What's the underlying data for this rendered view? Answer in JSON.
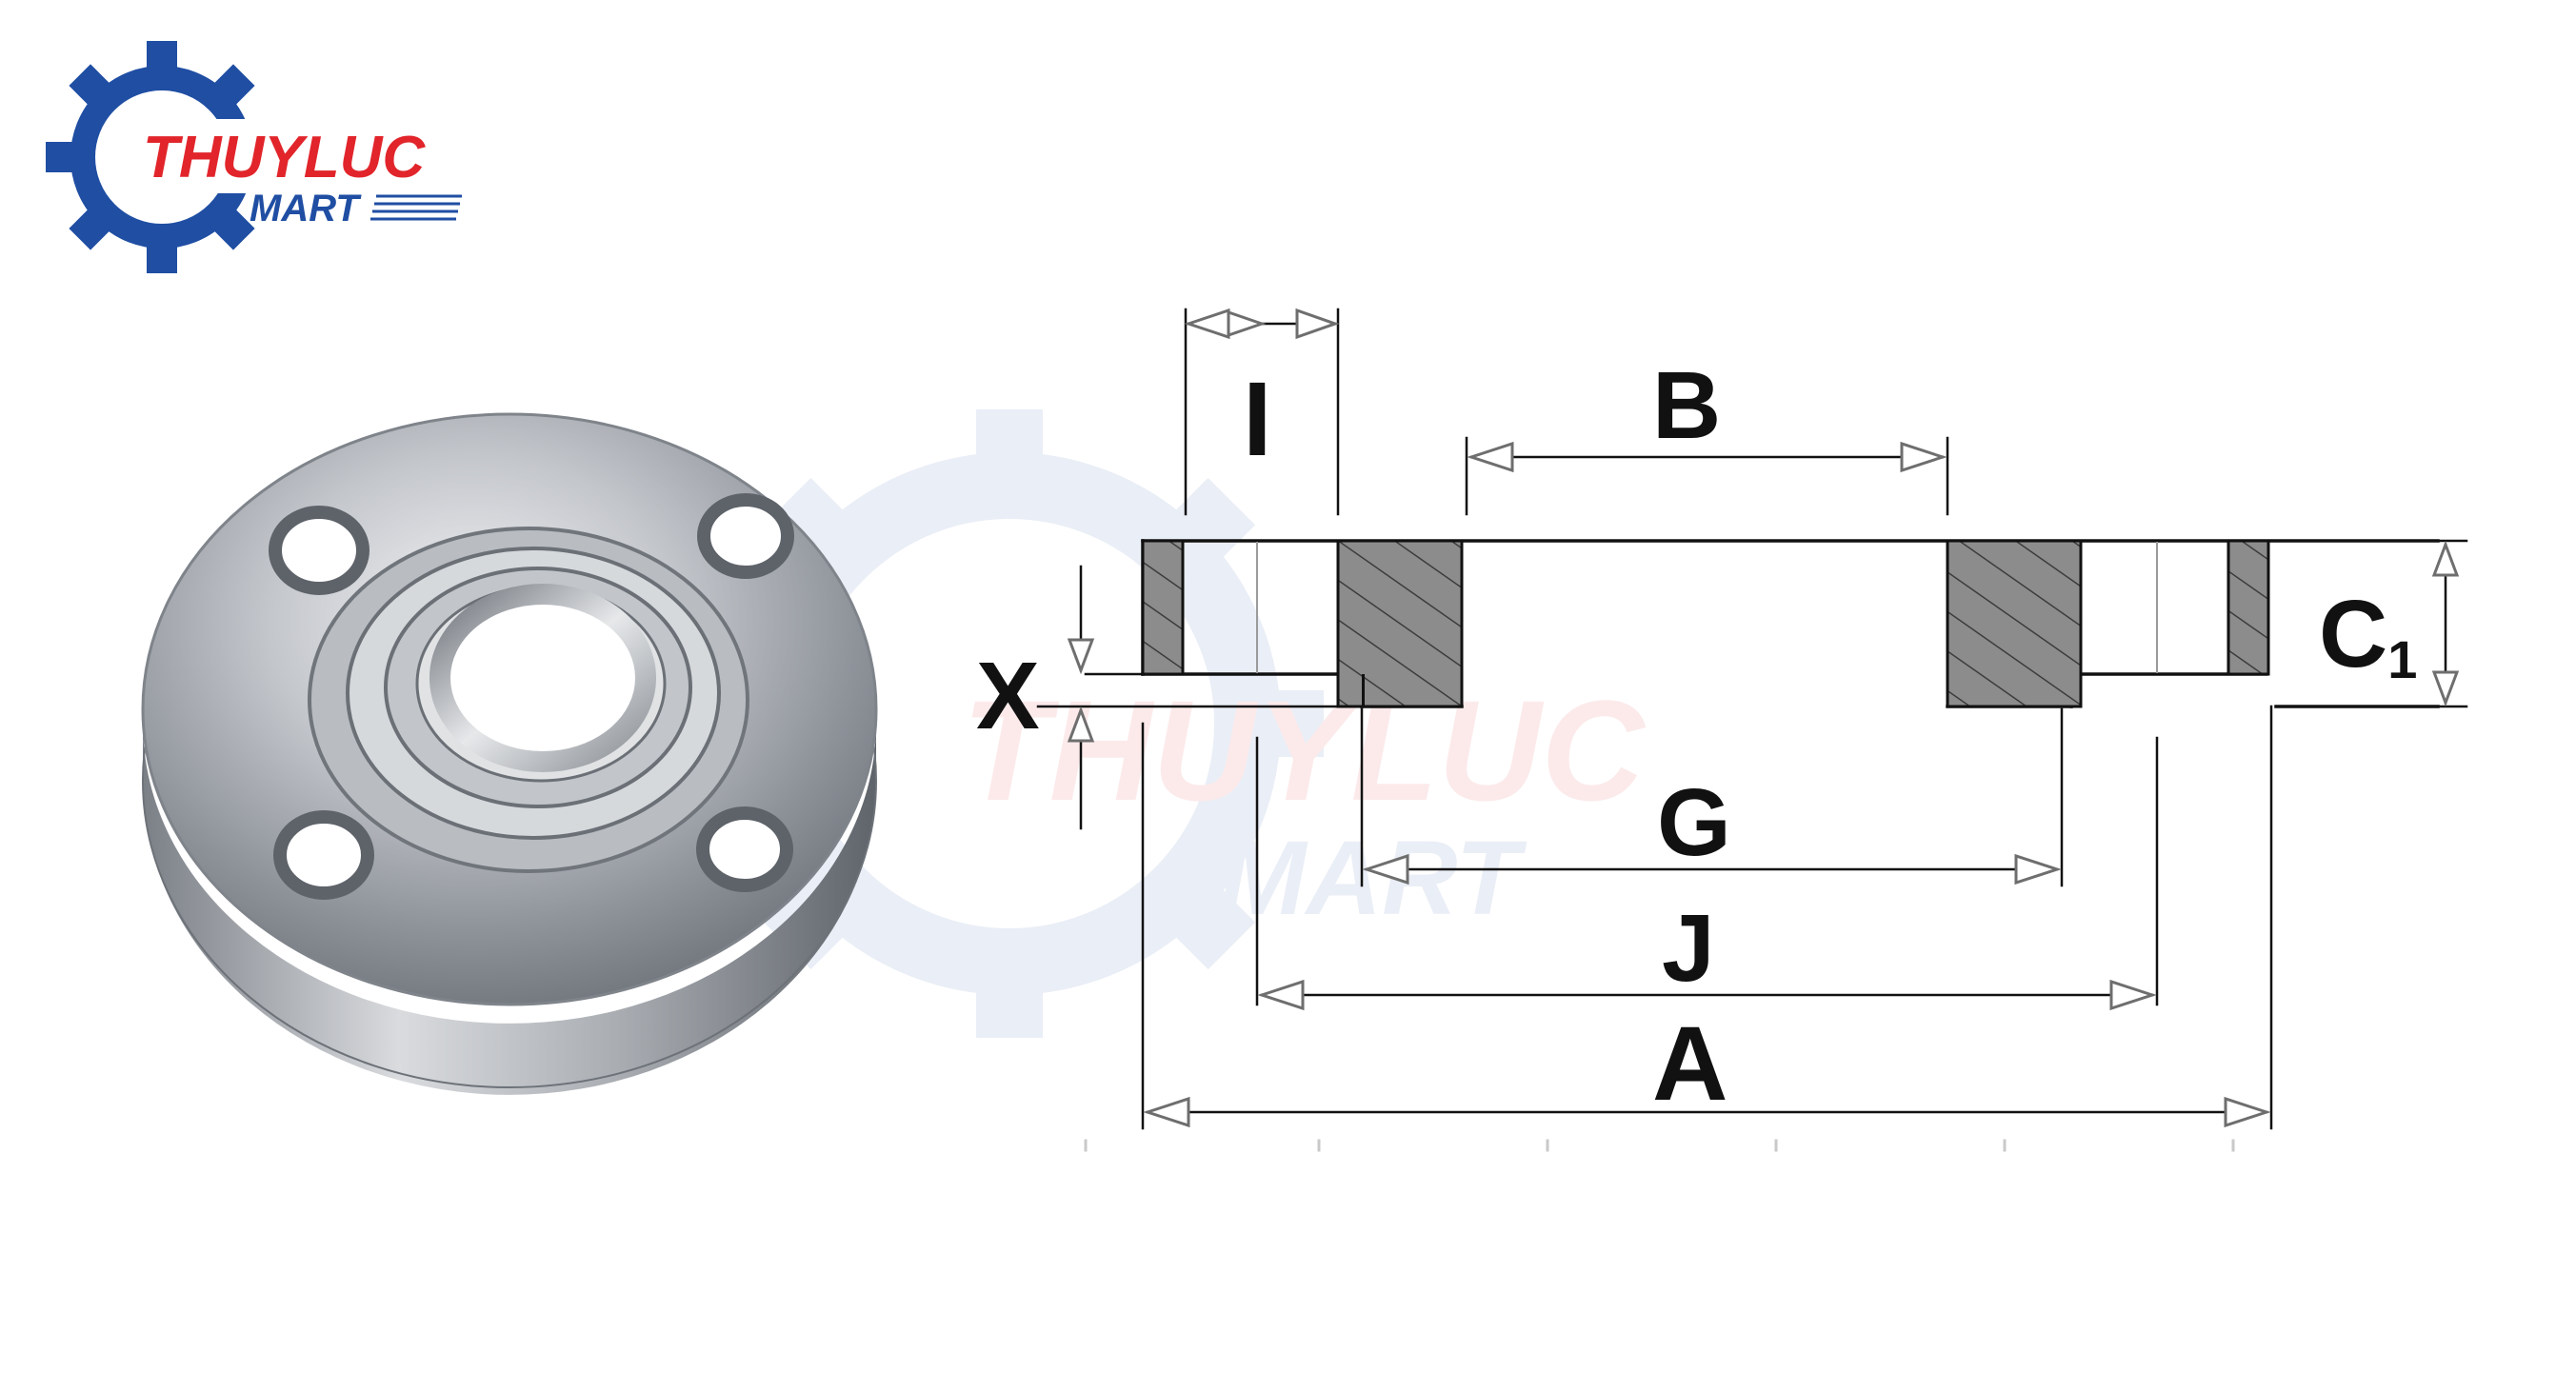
{
  "logo": {
    "line1": "THUYLUC",
    "line2": "MART",
    "colors": {
      "blue": "#1f4ea3",
      "red": "#e1252b"
    }
  },
  "watermark": {
    "line1": "THUYLUC",
    "line2": "MART"
  },
  "photo": {
    "subject": "stainless steel flange",
    "holes": 4
  },
  "diagram": {
    "labels": {
      "i": "I",
      "b": "B",
      "x": "X",
      "c": "C",
      "c_sub": "1",
      "g": "G",
      "j": "J",
      "a": "A"
    },
    "colors": {
      "line": "#111111",
      "hatch_fill": "#8a8a8a",
      "arrow": "#6e6e6e"
    }
  }
}
